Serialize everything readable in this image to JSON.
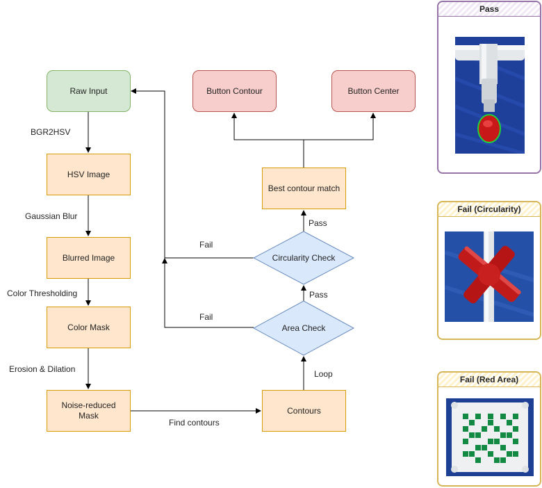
{
  "nodes": {
    "raw_input": "Raw Input",
    "hsv_image": "HSV Image",
    "blurred_image": "Blurred Image",
    "color_mask": "Color Mask",
    "noise_reduced_mask": "Noise-reduced Mask",
    "contours": "Contours",
    "area_check": "Area Check",
    "circularity_check": "Circularity Check",
    "best_contour_match": "Best contour match",
    "button_contour": "Button Contour",
    "button_center": "Button Center"
  },
  "edges": {
    "bgr2hsv": "BGR2HSV",
    "gaussian_blur": "Gaussian Blur",
    "color_thresholding": "Color Thresholding",
    "erosion_dilation": "Erosion & Dilation",
    "find_contours": "Find contours",
    "loop": "Loop",
    "area_pass": "Pass",
    "circularity_pass": "Pass",
    "area_fail": "Fail",
    "circularity_fail": "Fail"
  },
  "panels": {
    "pass": "Pass",
    "fail_circularity": "Fail (Circularity)",
    "fail_red_area": "Fail (Red Area)"
  },
  "colors": {
    "orange_fill": "#ffe6cc",
    "orange_stroke": "#d79b00",
    "green_fill": "#d5e8d4",
    "green_stroke": "#82b366",
    "red_fill": "#f8cecc",
    "red_stroke": "#b85450",
    "blue_fill": "#dae8fc",
    "blue_stroke": "#6c8ebf",
    "pass_panel": "#9673a6",
    "fail_panel": "#d6b656"
  }
}
